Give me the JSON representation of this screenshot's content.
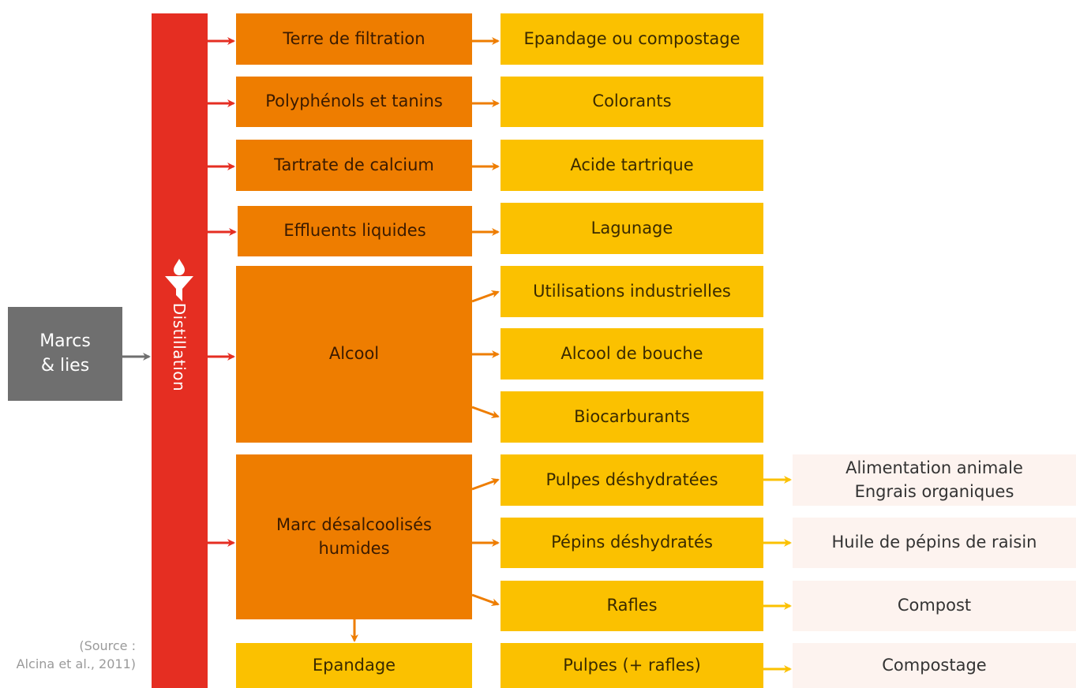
{
  "input_box": {
    "label": "Marcs\n& lies"
  },
  "process": {
    "label": "Distillation",
    "icon": "funnel-drop-icon"
  },
  "source_note": "(Source :\nAlcina et al., 2011)",
  "products": {
    "terre": "Terre de filtration",
    "polyphenols": "Polyphénols et tanins",
    "tartrate": "Tartrate de calcium",
    "effluents": "Effluents liquides",
    "alcool": "Alcool",
    "marc": "Marc désalcoolisés\nhumides"
  },
  "uses": {
    "epandage_compostage": "Epandage ou compostage",
    "colorants": "Colorants",
    "acide": "Acide tartrique",
    "lagunage": "Lagunage",
    "industrielles": "Utilisations industrielles",
    "bouche": "Alcool de bouche",
    "biocarburants": "Biocarburants",
    "pulpes_desh": "Pulpes déshydratées",
    "pepins_desh": "Pépins déshydratés",
    "rafles": "Rafles",
    "epandage": "Epandage",
    "pulpes_rafles": "Pulpes (+ rafles)"
  },
  "end_uses": {
    "alimentation": "Alimentation animale\nEngrais organiques",
    "huile": "Huile de pépins de raisin",
    "compost": "Compost",
    "compostage": "Compostage"
  },
  "colors": {
    "distillation": "#e52e22",
    "product": "#ee7d00",
    "use": "#fbc100",
    "end_use": "#fdf3ef",
    "input": "#6f6f6f",
    "arrow_red": "#e52e22",
    "arrow_orange": "#ee7d00",
    "arrow_gold": "#fbc100",
    "arrow_grey": "#6f6f6f"
  }
}
